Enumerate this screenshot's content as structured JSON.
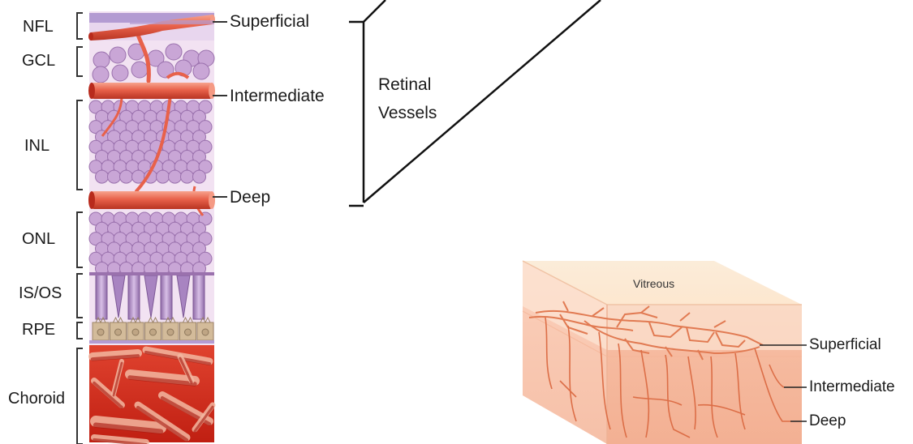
{
  "layers": [
    {
      "id": "nfl",
      "label": "NFL"
    },
    {
      "id": "gcl",
      "label": "GCL"
    },
    {
      "id": "inl",
      "label": "INL"
    },
    {
      "id": "onl",
      "label": "ONL"
    },
    {
      "id": "isos",
      "label": "IS/OS"
    },
    {
      "id": "rpe",
      "label": "RPE"
    },
    {
      "id": "choroid",
      "label": "Choroid"
    }
  ],
  "vessel_labels": {
    "superficial": "Superficial",
    "intermediate": "Intermediate",
    "deep": "Deep"
  },
  "bracket_title": {
    "line1": "Retinal",
    "line2": "Vessels"
  },
  "block_diagram": {
    "top_label": "Vitreous",
    "superficial": "Superficial",
    "intermediate": "Intermediate",
    "deep": "Deep"
  },
  "colors": {
    "vessel": "#e8614a",
    "vessel_dark": "#b82a1c",
    "cell_fill": "#c9a6d6",
    "cell_stroke": "#9a71ad",
    "tissue_bg": "#f2e2f2",
    "choroid": "#d42a1c",
    "nfl_band": "#b39bd2"
  }
}
